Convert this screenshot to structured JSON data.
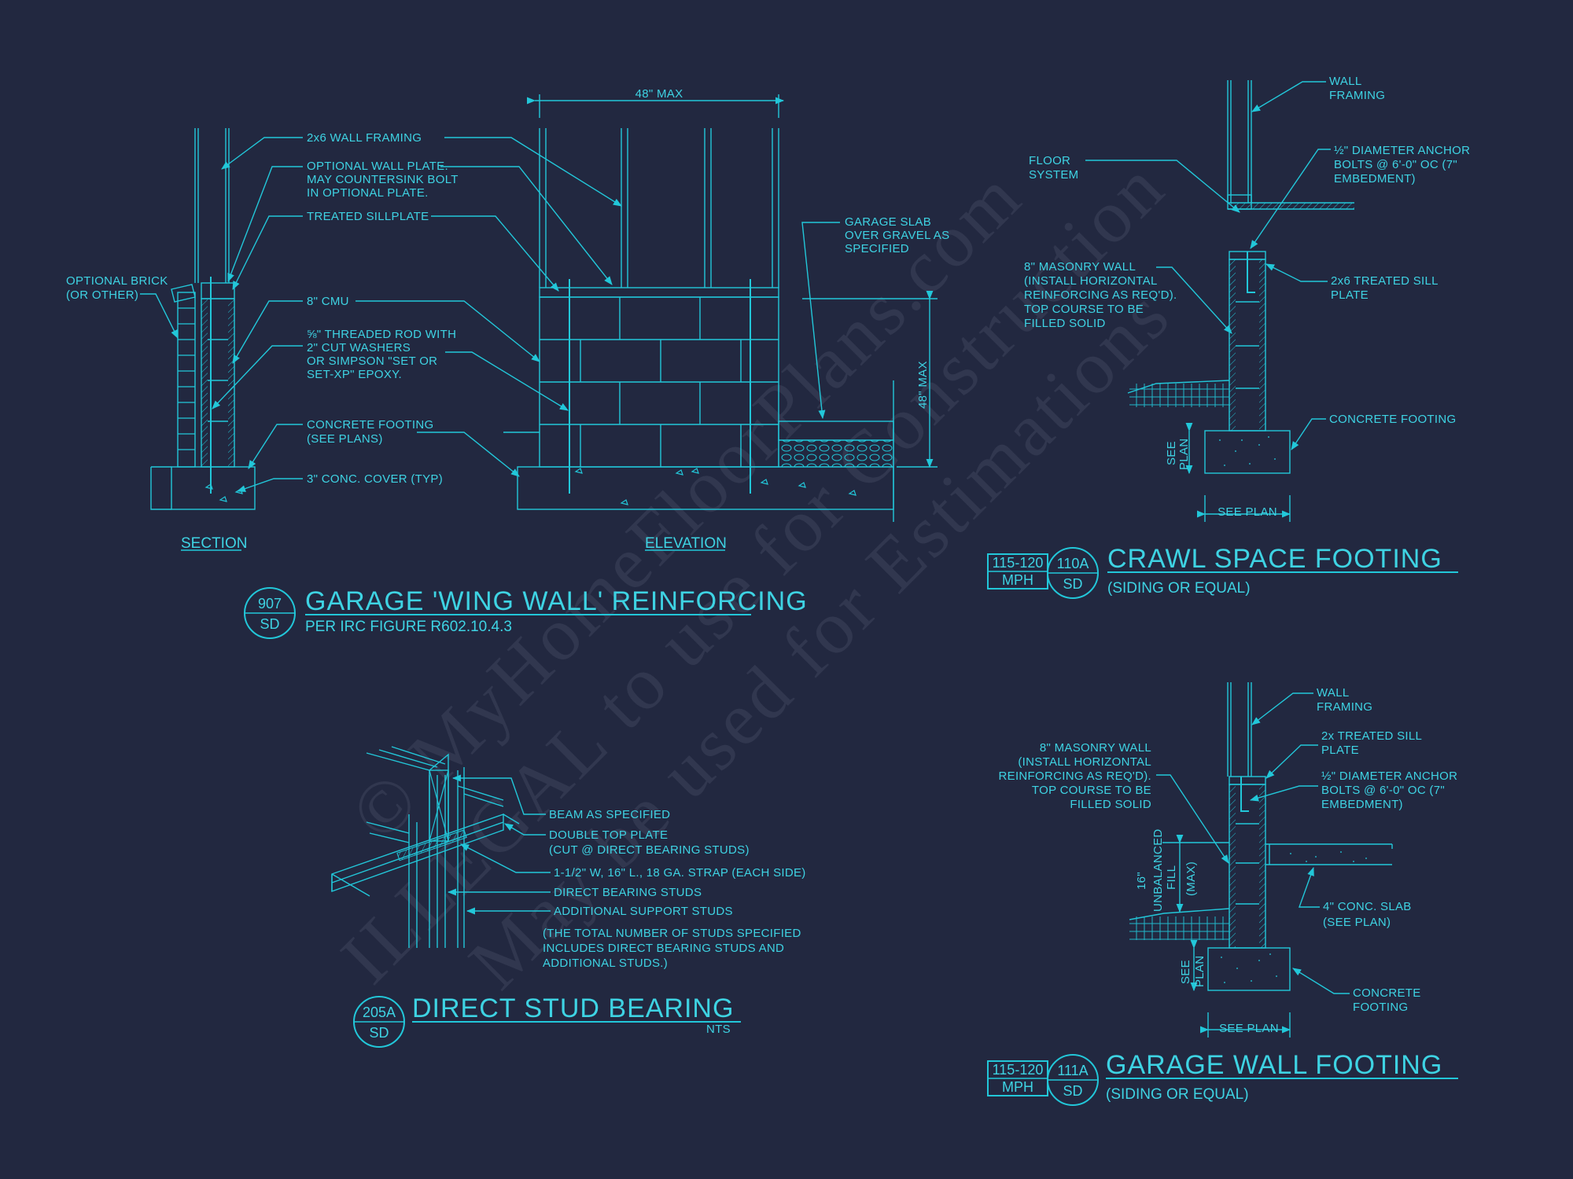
{
  "watermark": {
    "line1": "© MyHomeFloorPlans.com",
    "line2": "ILLEGAL to use for Construction",
    "line3": "May be used for Estimations"
  },
  "detail_907": {
    "bubble_top": "907",
    "bubble_bottom": "SD",
    "title": "GARAGE 'WING WALL' REINFORCING",
    "subtitle": "PER IRC FIGURE R602.10.4.3",
    "section_label": "SECTION",
    "elevation_label": "ELEVATION",
    "dim_top": "48\" MAX",
    "dim_side": "48\" MAX",
    "notes": {
      "wall_framing": "2x6 WALL FRAMING",
      "optional_plate": [
        "OPTIONAL WALL PLATE.",
        "MAY COUNTERSINK BOLT",
        "IN OPTIONAL PLATE."
      ],
      "treated_sill": "TREATED SILLPLATE",
      "optional_brick": [
        "OPTIONAL BRICK",
        "(OR OTHER)"
      ],
      "cmu": "8\" CMU",
      "threaded_rod": [
        "⅝\" THREADED ROD WITH",
        "2\" CUT WASHERS",
        "OR SIMPSON \"SET OR",
        "SET-XP\" EPOXY."
      ],
      "concrete_footing": [
        "CONCRETE FOOTING",
        "(SEE PLANS)"
      ],
      "cover": "3\" CONC. COVER (TYP)",
      "garage_slab": [
        "GARAGE SLAB",
        "OVER GRAVEL AS",
        "SPECIFIED"
      ]
    }
  },
  "detail_110a": {
    "wind_top": "115-120",
    "wind_bottom": "MPH",
    "bubble_top": "110A",
    "bubble_bottom": "SD",
    "title": "CRAWL SPACE FOOTING",
    "subtitle": "(SIDING OR EQUAL)",
    "see_plan_h": "SEE PLAN",
    "see_plan_v": [
      "SEE",
      "PLAN"
    ],
    "notes": {
      "wall_framing": [
        "WALL",
        "FRAMING"
      ],
      "anchor": [
        "½\" DIAMETER ANCHOR",
        "BOLTS @ 6'-0\" OC (7\"",
        "EMBEDMENT)"
      ],
      "floor_system": [
        "FLOOR",
        "SYSTEM"
      ],
      "masonry": [
        "8\" MASONRY WALL",
        "(INSTALL HORIZONTAL",
        "REINFORCING AS REQ'D).",
        "TOP COURSE TO BE",
        "FILLED SOLID"
      ],
      "sill": [
        "2x6 TREATED SILL",
        "PLATE"
      ],
      "footing": "CONCRETE FOOTING"
    }
  },
  "detail_205a": {
    "bubble_top": "205A",
    "bubble_bottom": "SD",
    "title": "DIRECT STUD BEARING",
    "scale": "NTS",
    "notes": {
      "beam": "BEAM AS SPECIFIED",
      "top_plate": [
        "DOUBLE TOP PLATE",
        "(CUT @ DIRECT BEARING STUDS)"
      ],
      "strap": "1-1/2\" W, 16\" L., 18 GA. STRAP (EACH SIDE)",
      "direct_studs": "DIRECT BEARING STUDS",
      "support_studs": "ADDITIONAL SUPPORT STUDS",
      "total": [
        "(THE TOTAL NUMBER OF STUDS SPECIFIED",
        "INCLUDES DIRECT BEARING STUDS AND",
        "ADDITIONAL STUDS.)"
      ]
    }
  },
  "detail_111a": {
    "wind_top": "115-120",
    "wind_bottom": "MPH",
    "bubble_top": "111A",
    "bubble_bottom": "SD",
    "title": "GARAGE WALL FOOTING",
    "subtitle": "(SIDING OR EQUAL)",
    "see_plan_h": "SEE PLAN",
    "see_plan_v": [
      "SEE",
      "PLAN"
    ],
    "unbalanced": [
      "16\"",
      "UNBALANCED",
      "FILL",
      "(MAX)"
    ],
    "notes": {
      "wall_framing": [
        "WALL",
        "FRAMING"
      ],
      "sill": [
        "2x TREATED SILL",
        "PLATE"
      ],
      "anchor": [
        "½\" DIAMETER ANCHOR",
        "BOLTS @ 6'-0\" OC (7\"",
        "EMBEDMENT)"
      ],
      "masonry": [
        "8\" MASONRY WALL",
        "(INSTALL HORIZONTAL",
        "REINFORCING AS REQ'D).",
        "TOP COURSE TO BE",
        "FILLED SOLID"
      ],
      "slab": [
        "4\" CONC. SLAB",
        "(SEE PLAN)"
      ],
      "footing": [
        "CONCRETE",
        "FOOTING"
      ]
    }
  }
}
